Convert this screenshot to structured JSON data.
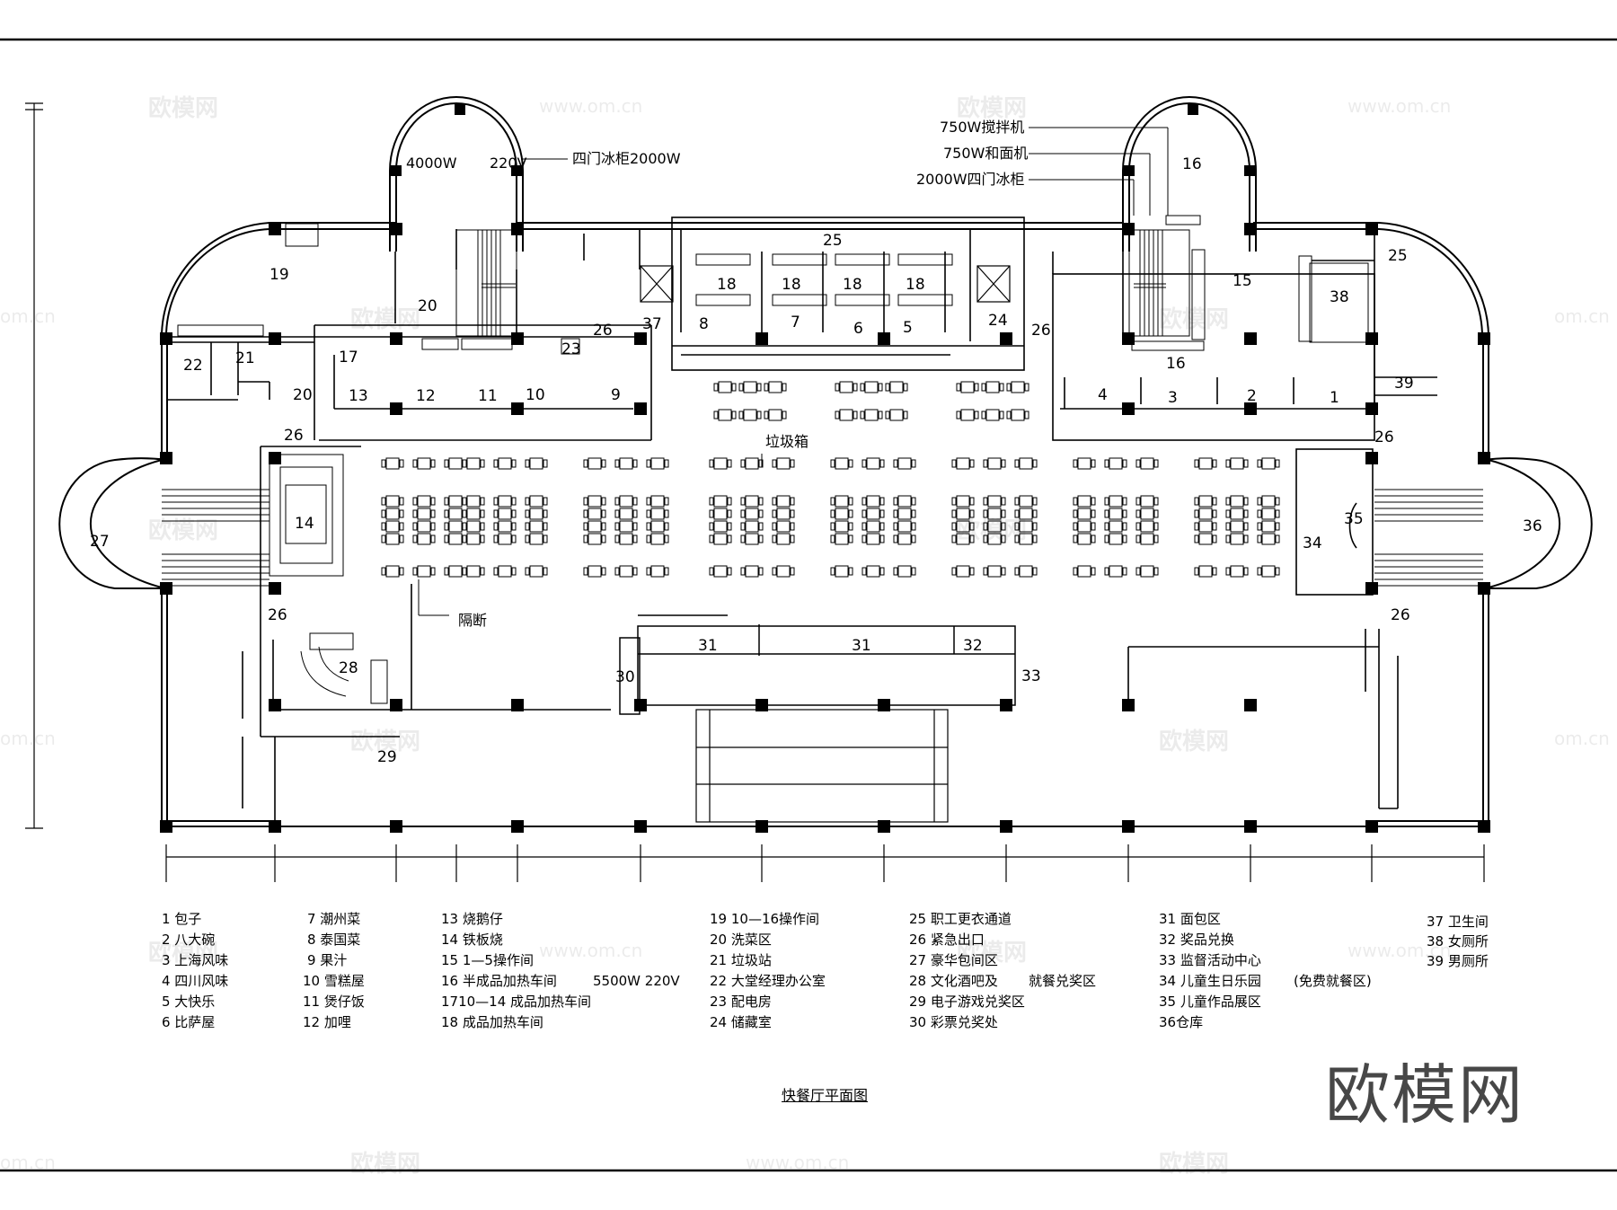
{
  "drawing": {
    "title": "快餐厅平面图",
    "brand": "欧模网",
    "watermark_text": "欧模网",
    "watermark_url": "www.om.cn",
    "watermark_edge": "om.cn"
  },
  "equipment_notes": {
    "left_power": "4000W",
    "left_voltage": "220V",
    "left_fridge": "四门冰柜2000W",
    "mixer": "750W搅拌机",
    "dough": "750W和面机",
    "right_fridge": "2000W四门冰柜",
    "trash": "垃圾箱",
    "partition": "隔断",
    "power_spec": "5500W  220V"
  },
  "area_numbers": {
    "a1": "1",
    "a2": "2",
    "a3": "3",
    "a4": "4",
    "a5": "5",
    "a6": "6",
    "a7": "7",
    "a8": "8",
    "a9": "9",
    "a10": "10",
    "a11": "11",
    "a12": "12",
    "a13": "13",
    "a14": "14",
    "a15": "15",
    "a16": "16",
    "a17": "17",
    "a18": "18",
    "a19": "19",
    "a20": "20",
    "a21": "21",
    "a22": "22",
    "a23": "23",
    "a24": "24",
    "a25": "25",
    "a26": "26",
    "a27": "27",
    "a28": "28",
    "a29": "29",
    "a30": "30",
    "a31": "31",
    "a32": "32",
    "a33": "33",
    "a34": "34",
    "a35": "35",
    "a36": "36",
    "a37": "37",
    "a38": "38",
    "a39": "39"
  },
  "legend": {
    "col1": [
      "1  包子",
      "2  八大碗",
      "3  上海风味",
      "4  四川风味",
      "5  大快乐",
      "6  比萨屋"
    ],
    "col2": [
      "7  潮州菜",
      "8  泰国菜",
      "9  果汁",
      "10  雪糕屋",
      "11  煲仔饭",
      "12   加哩"
    ],
    "col3": [
      "13 烧鹅仔",
      "14 铁板烧",
      "15 1—5操作间",
      "16 半成品加热车间",
      "1710—14 成品加热车间",
      "18 成品加热车间"
    ],
    "col4": [
      "19 10—16操作间",
      "20  洗菜区",
      "21  垃圾站",
      "22 大堂经理办公室",
      "23  配电房",
      "24  储藏室"
    ],
    "col5": [
      "25  职工更衣通道",
      "26  紧急出口",
      "27  豪华包间区",
      "28  文化酒吧及",
      "29  电子游戏兑奖区",
      "30  彩票兑奖处"
    ],
    "col5_extra": "就餐兑奖区",
    "col6": [
      "31  面包区",
      "32  奖品兑换",
      "33  监督活动中心",
      "34  儿童生日乐园",
      "35  儿童作品展区",
      "36仓库"
    ],
    "col6_extra": "(免费就餐区)",
    "col7": [
      "37 卫生间",
      "38  女厕所",
      "39  男厕所"
    ]
  }
}
